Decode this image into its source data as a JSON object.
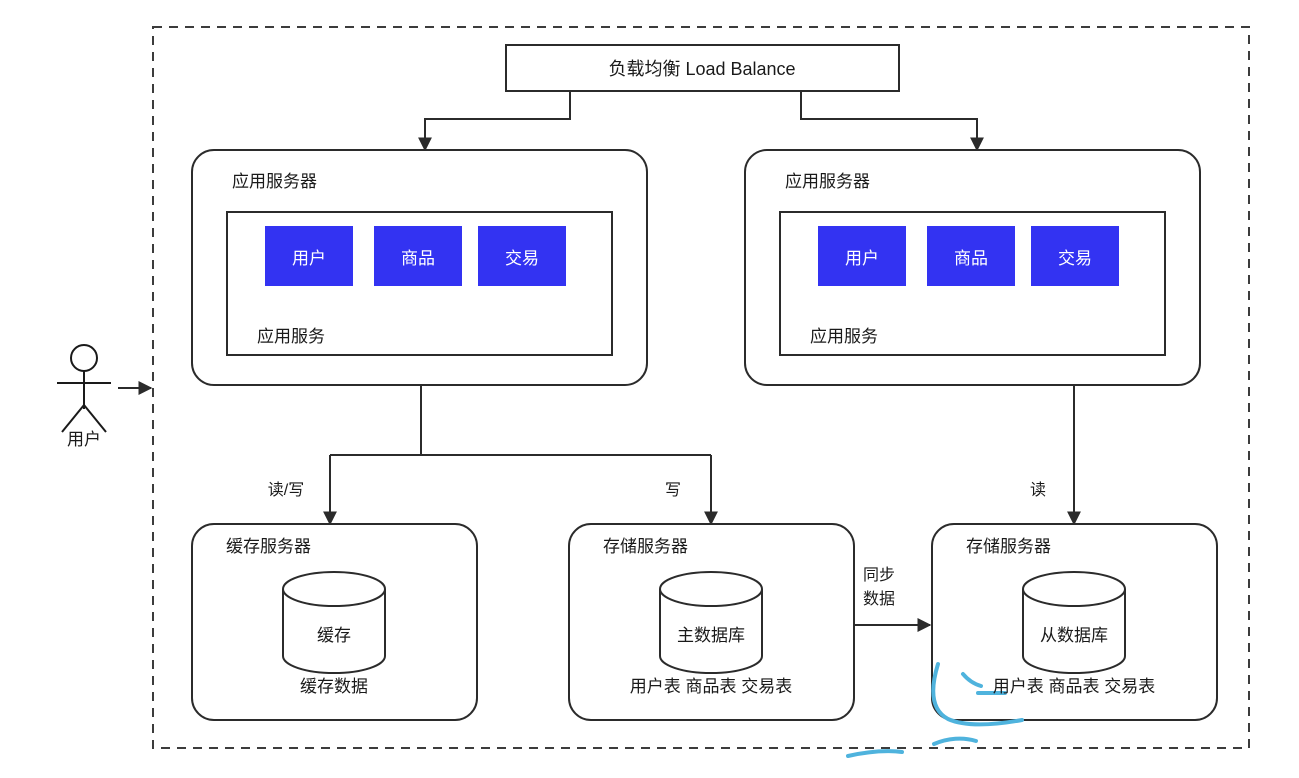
{
  "diagram": {
    "title_text": "负载均衡 Load Balance",
    "actor": {
      "label": "用户",
      "icon": "stick-figure-user-icon"
    },
    "boundary": {
      "style": "dashed",
      "color": "#3c3c3c"
    },
    "colors": {
      "service_block": "#3333f2",
      "stroke": "#2b2b2b",
      "text": "#1a1a1a",
      "annotation": "#4fb3dd",
      "background": "#ffffff"
    },
    "load_balancer": {
      "label": "负载均衡 Load Balance"
    },
    "app_servers": [
      {
        "title": "应用服务器",
        "panel_label": "应用服务",
        "services": [
          "用户",
          "商品",
          "交易"
        ]
      },
      {
        "title": "应用服务器",
        "panel_label": "应用服务",
        "services": [
          "用户",
          "商品",
          "交易"
        ]
      }
    ],
    "data_tier": [
      {
        "title": "缓存服务器",
        "cylinder_label": "缓存",
        "footer": "缓存数据"
      },
      {
        "title": "存储服务器",
        "cylinder_label": "主数据库",
        "footer": "用户表 商品表 交易表"
      },
      {
        "title": "存储服务器",
        "cylinder_label": "从数据库",
        "footer": "用户表 商品表 交易表"
      }
    ],
    "edge_labels": {
      "read_write": "读/写",
      "write": "写",
      "read": "读",
      "sync_line1": "同步",
      "sync_line2": "数据"
    }
  }
}
